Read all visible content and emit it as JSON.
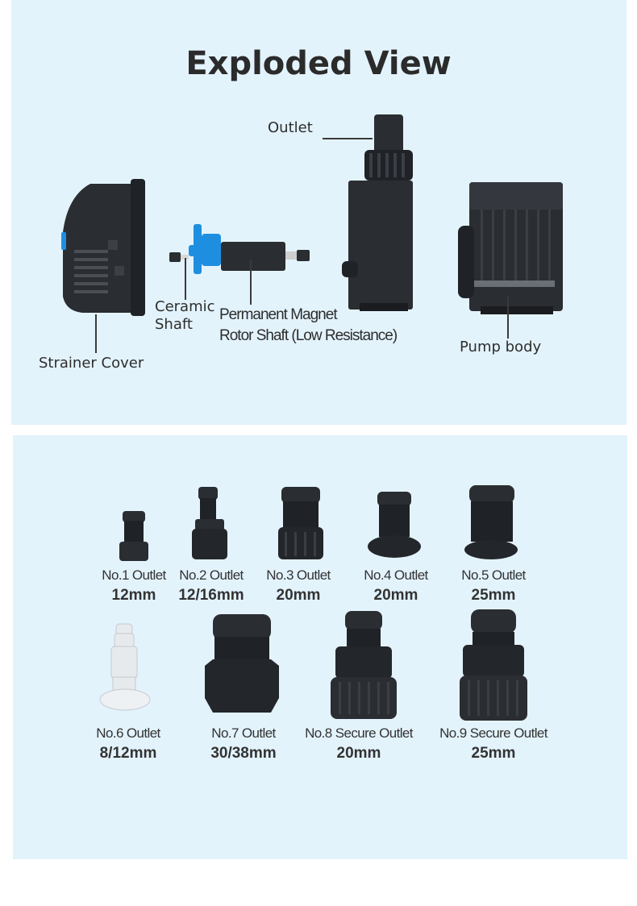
{
  "exploded": {
    "title": "Exploded View",
    "labels": {
      "outlet": "Outlet",
      "ceramic_shaft_line1": "Ceramic",
      "ceramic_shaft_line2": "Shaft",
      "rotor_line1": "Permanent Magnet",
      "rotor_line2": "Rotor Shaft (Low Resistance)",
      "pump_body": "Pump body",
      "strainer_cover": "Strainer Cover"
    }
  },
  "outlets": [
    {
      "name": "No.1 Outlet",
      "size": "12mm"
    },
    {
      "name": "No.2 Outlet",
      "size": "12/16mm"
    },
    {
      "name": "No.3 Outlet",
      "size": "20mm"
    },
    {
      "name": "No.4 Outlet",
      "size": "20mm"
    },
    {
      "name": "No.5 Outlet",
      "size": "25mm"
    },
    {
      "name": "No.6 Outlet",
      "size": "8/12mm"
    },
    {
      "name": "No.7 Outlet",
      "size": "30/38mm"
    },
    {
      "name": "No.8 Secure Outlet",
      "size": "20mm"
    },
    {
      "name": "No.9 Secure Outlet",
      "size": "25mm"
    }
  ],
  "colors": {
    "panel_bg": "#e3f3fc",
    "part_dark": "#2a2d31",
    "impeller_blue": "#1e8fe0"
  }
}
